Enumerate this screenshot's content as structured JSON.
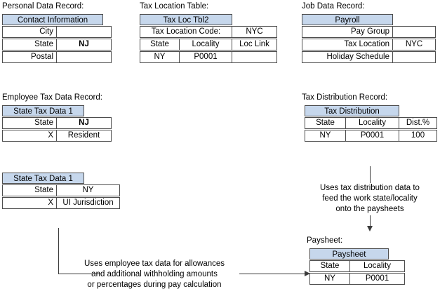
{
  "diagram": {
    "title": "Tax location and tax distribution data flow diagram",
    "accent_header_color": "#c6d7ec",
    "border_color": "#4d4d4d",
    "connector_color": "#3a3a3a",
    "background_color": "#ffffff"
  },
  "captions": {
    "personal_data_record": "Personal Data Record:",
    "tax_location_table": "Tax Location Table:",
    "job_data_record": "Job Data Record:",
    "employee_tax_data_record": "Employee Tax Data Record:",
    "tax_distribution_record": "Tax Distribution Record:",
    "paysheet": "Paysheet:"
  },
  "tables": {
    "contact_information": {
      "header": "Contact Information",
      "rows": [
        {
          "label": "City",
          "value": ""
        },
        {
          "label": "State",
          "value": "NJ"
        },
        {
          "label": "Postal",
          "value": ""
        }
      ]
    },
    "tax_loc_tbl2": {
      "header": "Tax Loc Tbl2",
      "code_row": {
        "label": "Tax Location Code:",
        "value": "NYC"
      },
      "columns": [
        "State",
        "Locality",
        "Loc Link"
      ],
      "data_row": [
        "NY",
        "P0001",
        ""
      ]
    },
    "payroll": {
      "header": "Payroll",
      "rows": [
        {
          "label": "Pay Group",
          "value": ""
        },
        {
          "label": "Tax Location",
          "value": "NYC"
        },
        {
          "label": "Holiday Schedule",
          "value": ""
        }
      ]
    },
    "state_tax_data_1_nj": {
      "header": "State Tax Data 1",
      "rows": [
        {
          "label": "State",
          "value": "NJ"
        },
        {
          "label": "X",
          "value": "Resident"
        }
      ]
    },
    "state_tax_data_1_ny": {
      "header": "State Tax Data 1",
      "rows": [
        {
          "label": "State",
          "value": "NY"
        },
        {
          "label": "X",
          "value": "UI Jurisdiction"
        }
      ]
    },
    "tax_distribution": {
      "header": "Tax Distribution",
      "columns": [
        "State",
        "Locality",
        "Dist.%"
      ],
      "data_row": [
        "NY",
        "P0001",
        "100"
      ]
    },
    "paysheet": {
      "header": "Paysheet",
      "columns": [
        "State",
        "Locality"
      ],
      "data_row": [
        "NY",
        "P0001"
      ]
    }
  },
  "annotations": {
    "distribution_note": {
      "line1": "Uses tax distribution data to",
      "line2": "feed the work state/locality",
      "line3": "onto the paysheets"
    },
    "employee_tax_note": {
      "line1": "Uses employee tax data for allowances",
      "line2": "and additional withholding amounts",
      "line3": "or percentages during pay calculation"
    }
  }
}
